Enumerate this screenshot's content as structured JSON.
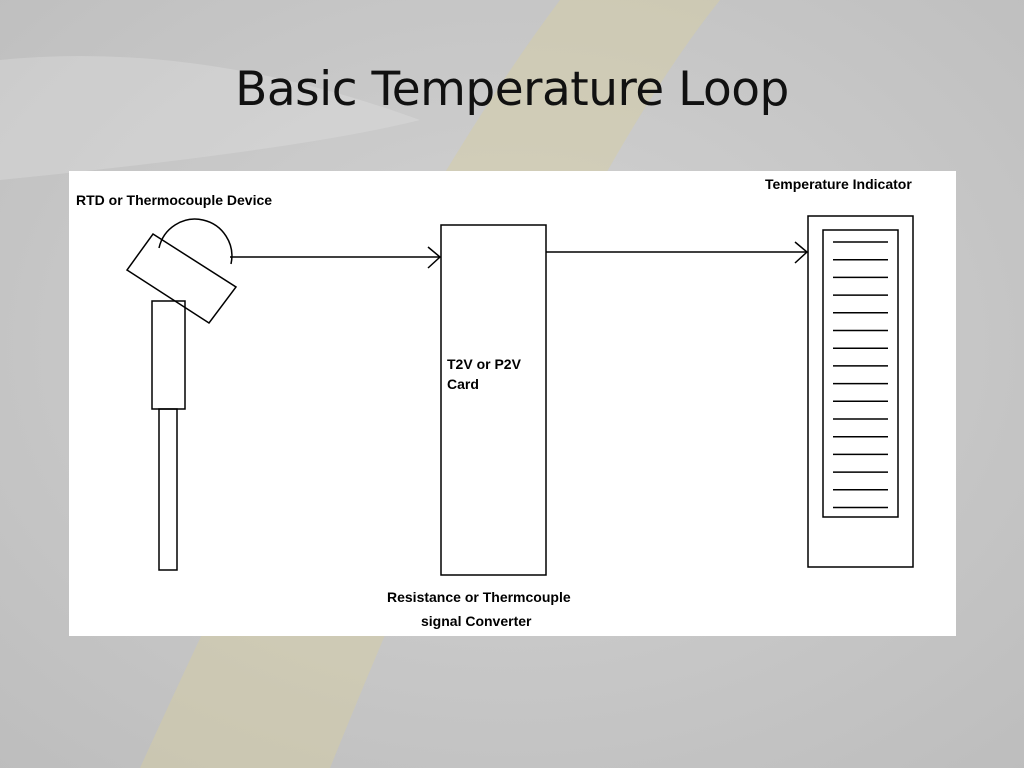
{
  "slide": {
    "title": "Basic Temperature Loop"
  },
  "diagram": {
    "sensor_label": "RTD or Thermocouple Device",
    "indicator_label": "Temperature Indicator",
    "card_label": "T2V or P2V Card",
    "converter_label_line1": "Resistance or Thermcouple",
    "converter_label_line2": "signal Converter",
    "indicator_scale_line_count": 16
  },
  "colors": {
    "background": "#c9c9c9",
    "panel": "#ffffff",
    "stroke": "#000000",
    "accent_stripe": "#d8cfa0"
  }
}
